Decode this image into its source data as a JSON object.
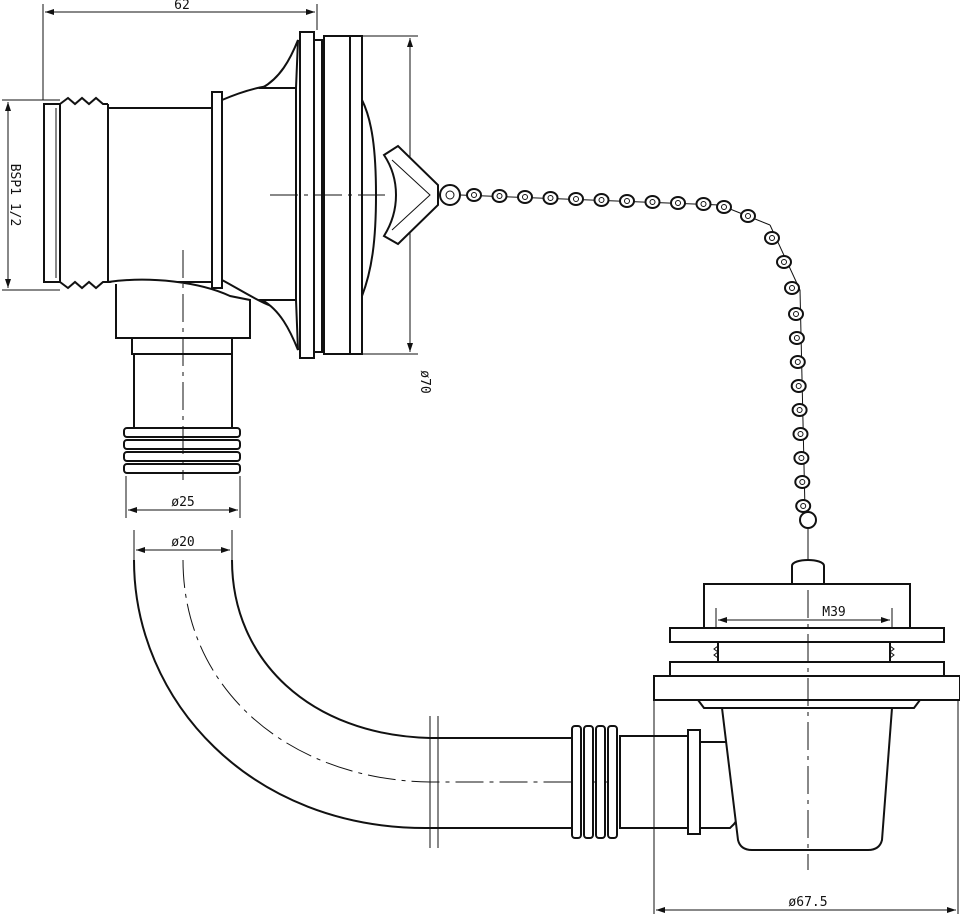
{
  "dimensions": {
    "width_62": "62",
    "thread_bsp": "BSP1 1/2",
    "diameter_70": "ø70",
    "diameter_25": "ø25",
    "diameter_20": "ø20",
    "thread_m39": "M39",
    "diameter_67_5": "ø67.5"
  }
}
